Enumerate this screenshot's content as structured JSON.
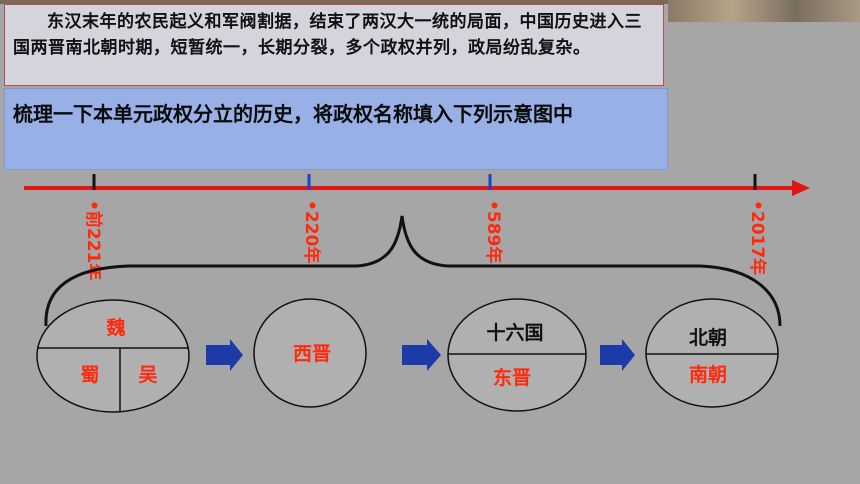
{
  "intro_text": "东汉末年的农民起义和军阀割据，结束了两汉大一统的局面，中国历史进入三国两晋南北朝时期，短暂统一，长期分裂，多个政权并列，政局纷乱复杂。",
  "task_text": "梳理一下本单元政权分立的历史，将政权名称填入下列示意图中",
  "timeline": {
    "dates": [
      "•前221年",
      "•220年",
      "•589年",
      "•2017年"
    ]
  },
  "regimes": {
    "wei": "魏",
    "shu": "蜀",
    "wu": "吴",
    "western_jin": "西晋",
    "sixteen_kingdoms": "十六国",
    "eastern_jin": "东晋",
    "northern_dynasties": "北朝",
    "southern_dynasties": "南朝"
  },
  "colors": {
    "timeline_red": "#e01515",
    "label_red": "#ff2a0e",
    "arrow_blue": "#1c3aa8",
    "ellipse_fill": "#b0b0b0"
  }
}
